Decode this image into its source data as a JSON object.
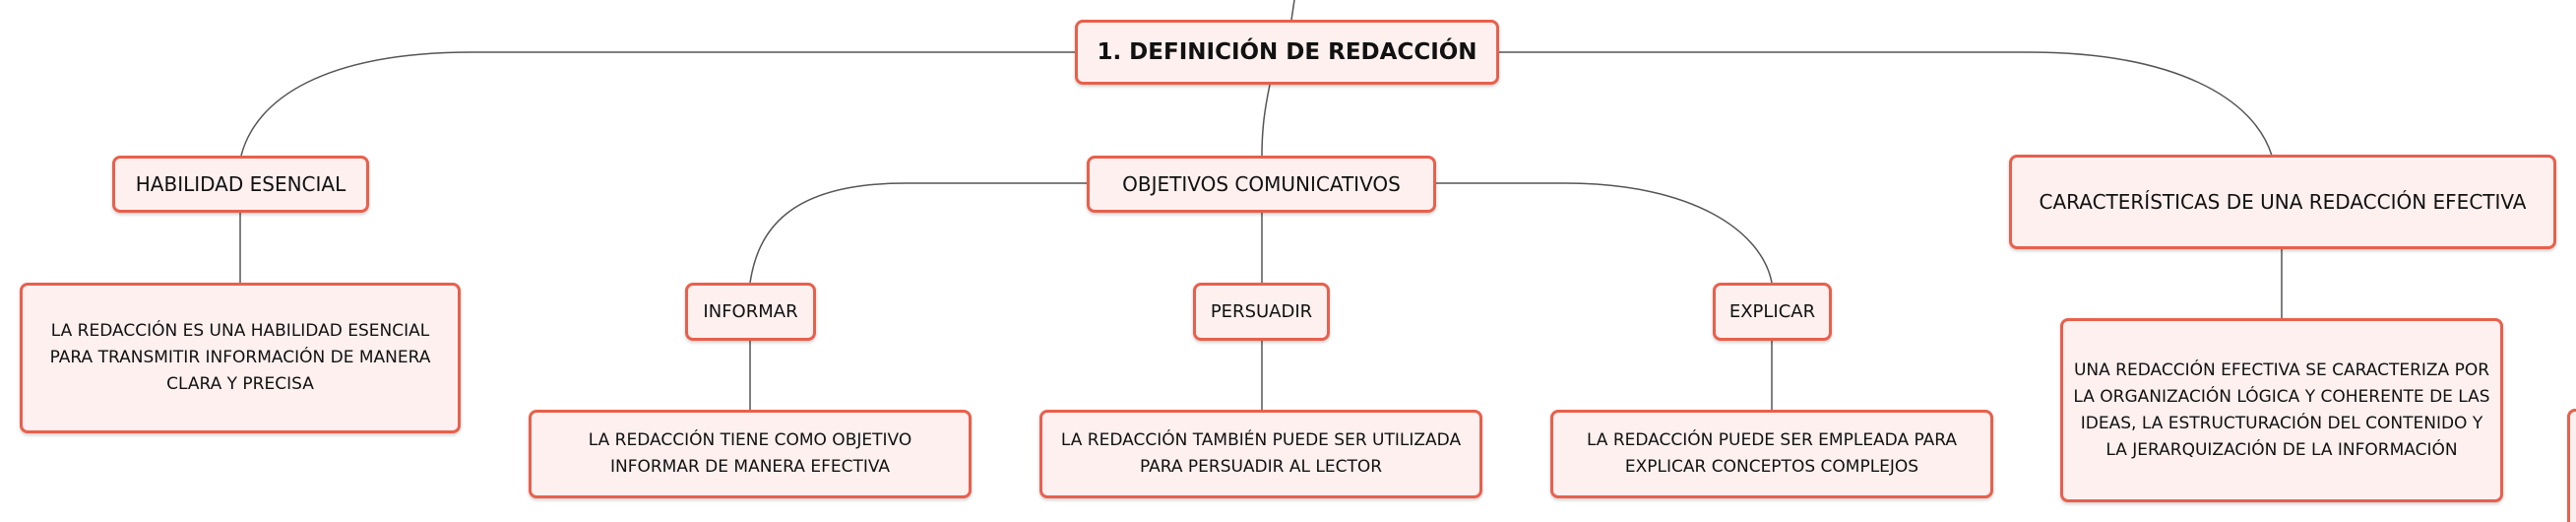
{
  "root": {
    "label": "1. DEFINICIÓN DE REDACCIÓN"
  },
  "branches": {
    "habilidad": {
      "label": "HABILIDAD ESENCIAL",
      "detail": "LA REDACCIÓN ES UNA HABILIDAD ESENCIAL PARA TRANSMITIR INFORMACIÓN DE MANERA CLARA Y PRECISA"
    },
    "objetivos": {
      "label": "OBJETIVOS COMUNICATIVOS",
      "children": {
        "informar": {
          "label": "INFORMAR",
          "detail": "LA REDACCIÓN TIENE COMO OBJETIVO INFORMAR DE MANERA EFECTIVA"
        },
        "persuadir": {
          "label": "PERSUADIR",
          "detail": "LA REDACCIÓN TAMBIÉN PUEDE SER UTILIZADA PARA PERSUADIR AL LECTOR"
        },
        "explicar": {
          "label": "EXPLICAR",
          "detail": "LA REDACCIÓN PUEDE SER EMPLEADA PARA EXPLICAR CONCEPTOS COMPLEJOS"
        }
      }
    },
    "caracteristicas": {
      "label": "CARACTERÍSTICAS DE UNA REDACCIÓN EFECTIVA",
      "detail": "UNA REDACCIÓN EFECTIVA SE CARACTERIZA POR LA ORGANIZACIÓN LÓGICA Y COHERENTE DE LAS IDEAS, LA ESTRUCTURACIÓN DEL CONTENIDO Y LA JERARQUIZACIÓN DE LA INFORMACIÓN"
    }
  },
  "colors": {
    "border": "#e8604c",
    "fill": "#fdf0ef",
    "connector": "#555555"
  }
}
